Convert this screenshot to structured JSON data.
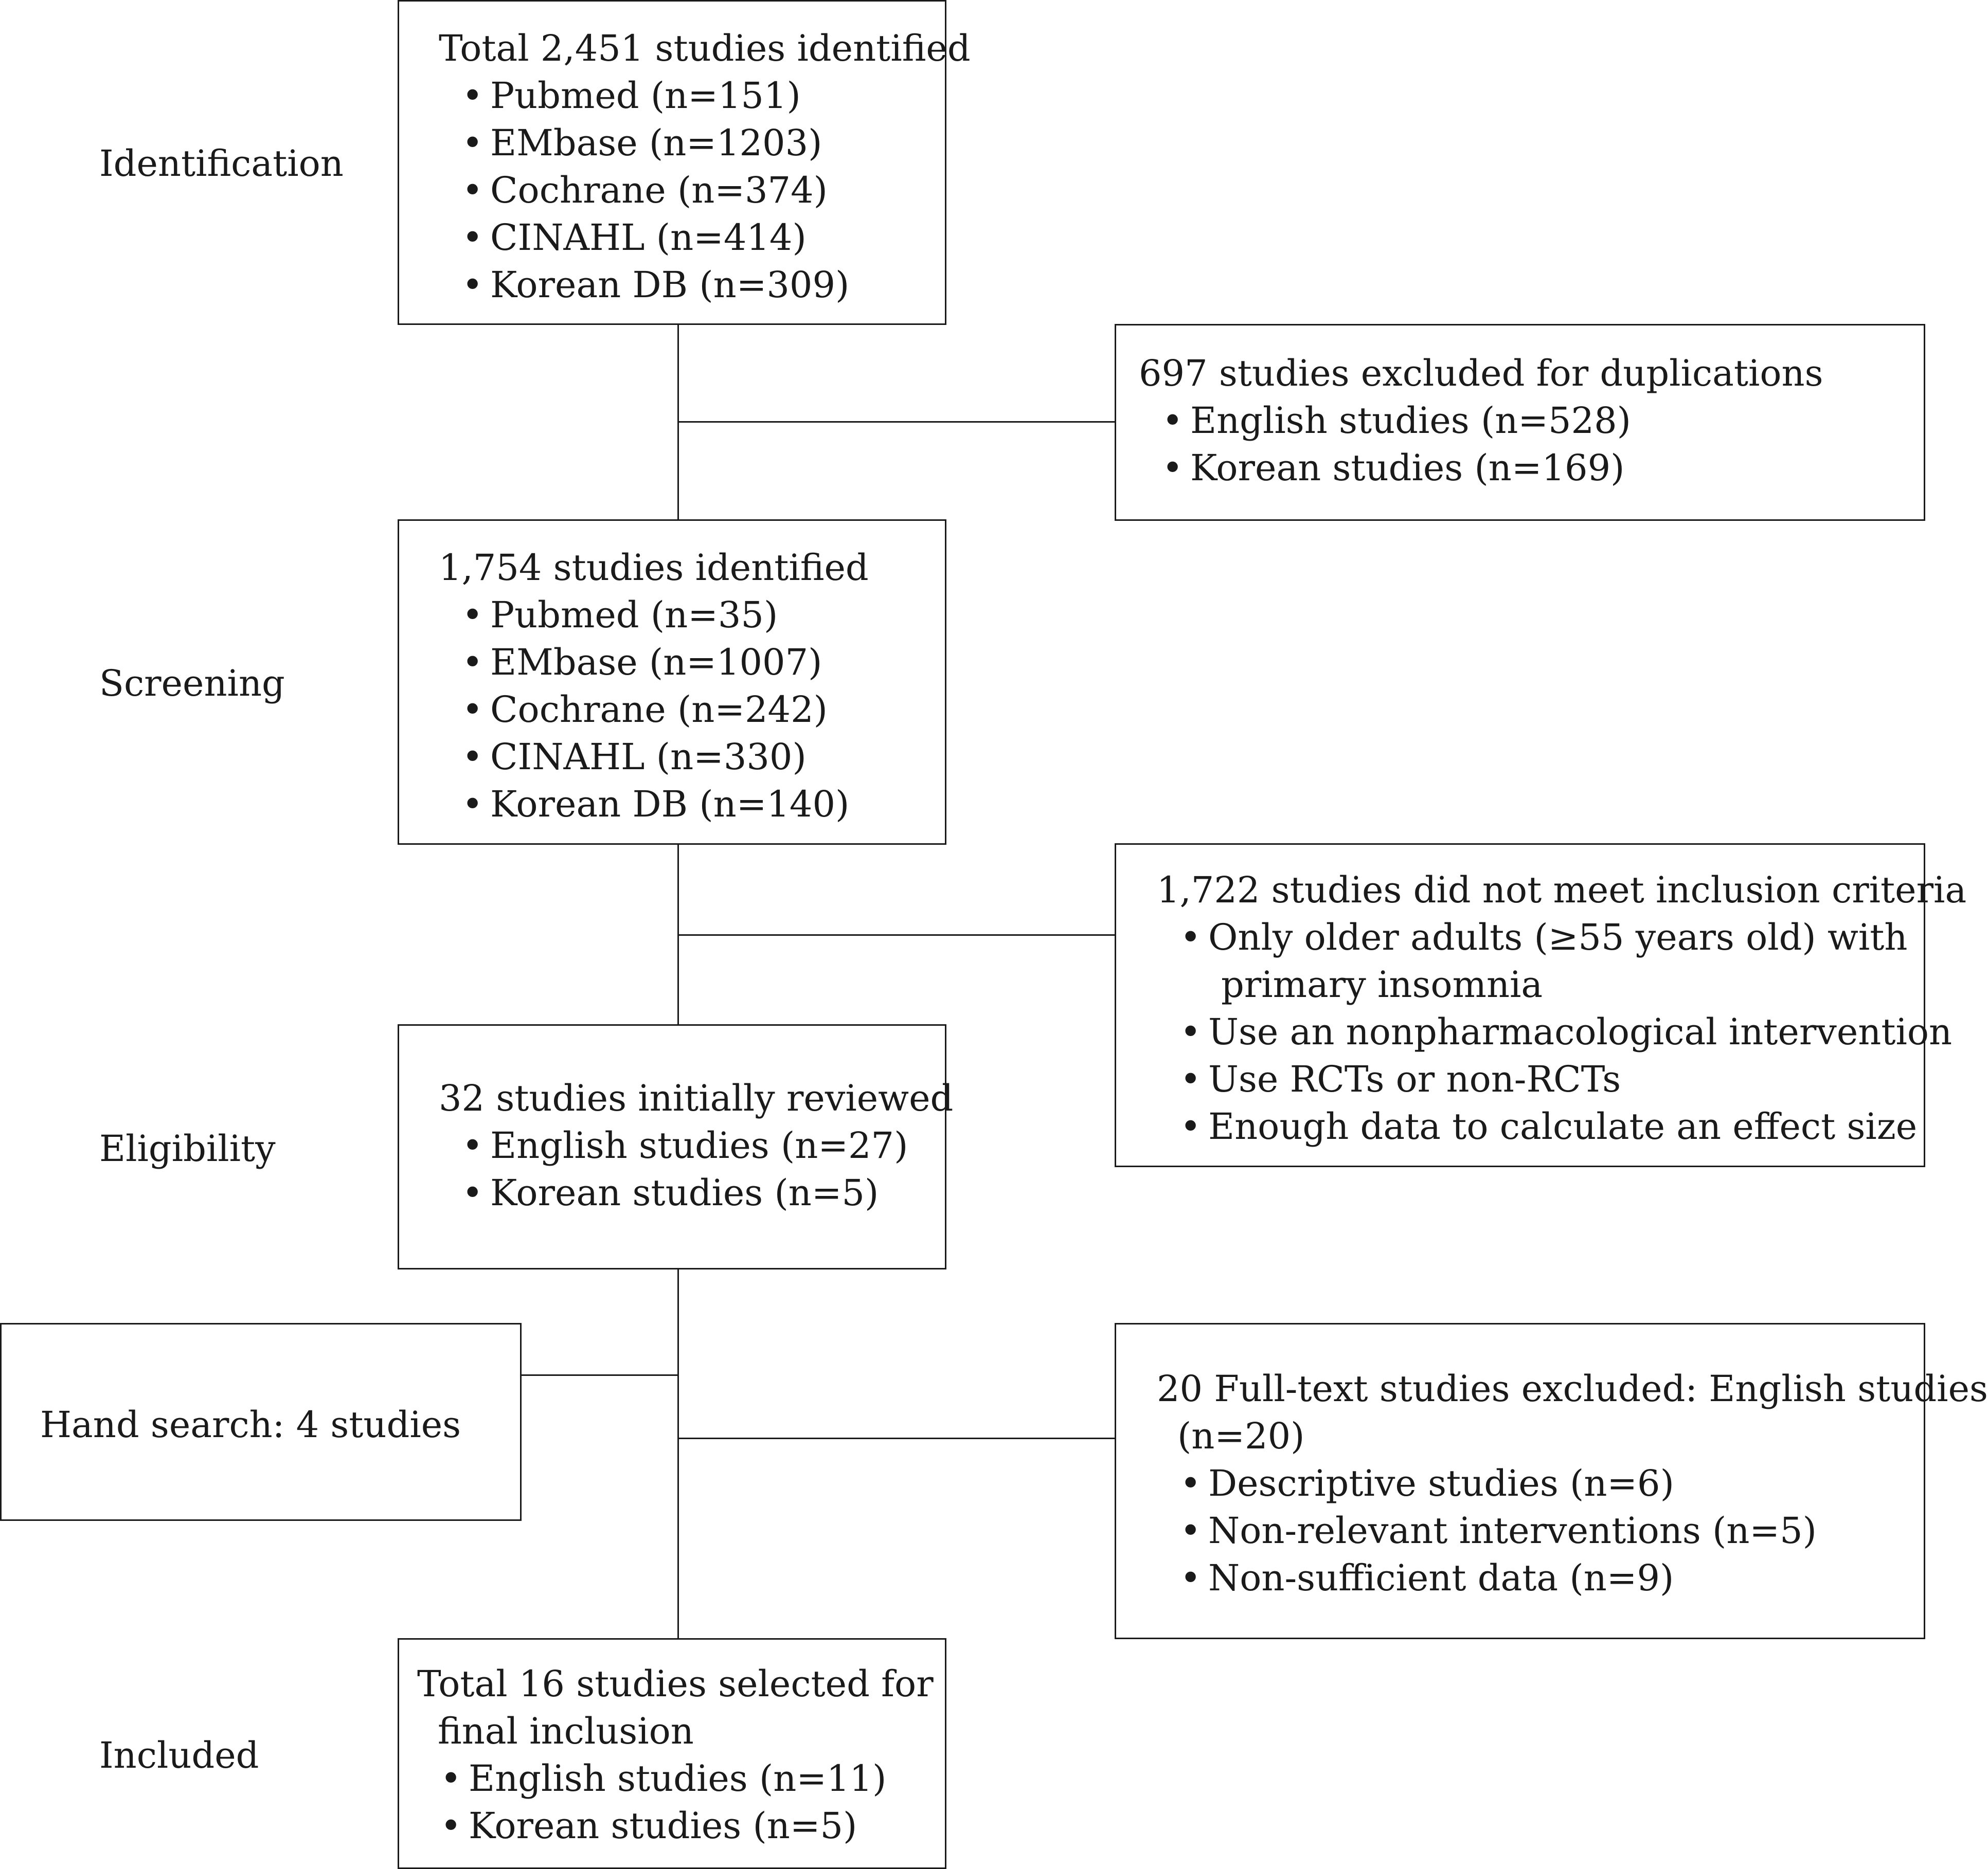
{
  "stages": {
    "identification": "Identification",
    "screening": "Screening",
    "eligibility": "Eligibility",
    "included": "Included"
  },
  "bullet": "•",
  "identified_box": {
    "title": "Total 2,451 studies identified",
    "items": [
      "Pubmed (n=151)",
      "EMbase (n=1203)",
      "Cochrane (n=374)",
      "CINAHL (n=414)",
      "Korean DB (n=309)"
    ]
  },
  "duplicates_box": {
    "title": "697 studies excluded for duplications",
    "items": [
      "English studies (n=528)",
      "Korean studies (n=169)"
    ]
  },
  "screening_box": {
    "title": "1,754 studies identified",
    "items": [
      "Pubmed (n=35)",
      "EMbase (n=1007)",
      "Cochrane (n=242)",
      "CINAHL (n=330)",
      "Korean DB (n=140)"
    ]
  },
  "criteria_box": {
    "title": "1,722 studies did not meet inclusion criteria",
    "item1_line1": "Only older adults (≥55 years old) with",
    "item1_line2": "primary insomnia",
    "item2": "Use an nonpharmacological intervention",
    "item3": "Use RCTs or non-RCTs",
    "item4": "Enough data to calculate an effect size"
  },
  "eligibility_box": {
    "title": "32 studies initially reviewed",
    "items": [
      "English studies (n=27)",
      "Korean studies (n=5)"
    ]
  },
  "hand_search_box": {
    "text": "Hand search: 4 studies"
  },
  "fulltext_box": {
    "title_line1": "20 Full-text studies excluded: English studies",
    "title_line2": "(n=20)",
    "items": [
      "Descriptive studies (n=6)",
      "Non-relevant interventions (n=5)",
      "Non-sufficient data (n=9)"
    ]
  },
  "included_box": {
    "title_line1": "Total 16 studies selected for",
    "title_line2": "final inclusion",
    "items": [
      "English studies (n=11)",
      "Korean studies (n=5)"
    ]
  }
}
